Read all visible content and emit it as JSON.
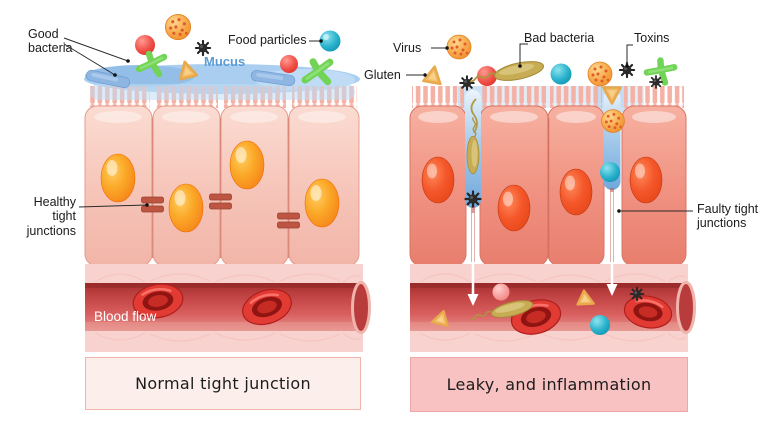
{
  "left": {
    "caption": "Normal tight junction",
    "labels": {
      "good_bacteria": "Good bacteria",
      "food_particles": "Food particles",
      "mucus": "Mucus",
      "junction": "Healthy tight junctions",
      "blood_flow": "Blood flow"
    }
  },
  "right": {
    "caption": "Leaky, and inflammation",
    "labels": {
      "virus": "Virus",
      "gluten": "Gluten",
      "bad_bacteria": "Bad bacteria",
      "toxins": "Toxins",
      "junction": "Faulty tight junctions"
    }
  },
  "icons": {
    "good_bacteria_green": "green-branched-bacterium-icon",
    "good_bacteria_rod": "blue-rod-bacterium-icon",
    "bad_bacteria": "flagellated-bacterium-icon",
    "virus": "spotted-virus-icon",
    "food_particle": "teal-sphere-icon",
    "toxin": "black-spiky-toxin-icon",
    "gluten": "yellow-triangle-icon",
    "red_blood_cell": "red-blood-cell-icon",
    "leak_arrow": "white-down-arrow-icon"
  },
  "colors": {
    "mucus_blue": "#A9CEF0",
    "cell_pink_normal": "#F6C4B8",
    "cell_pink_inflamed": "#F09181",
    "nucleus_orange": "#FBA928",
    "nucleus_red_orange": "#F4572A",
    "tight_junction": "#BE5543",
    "vessel_wall_pink": "#F8D2CF",
    "blood_red": "#C94A4A",
    "good_bacteria_green": "#72D457",
    "good_bacteria_blue": "#8FB6E2",
    "bad_bacteria_olive": "#C8AC54",
    "virus_orange": "#F08A2E",
    "food_particle_teal": "#12A5C6",
    "toxin_black": "#262626",
    "gluten_yellow": "#F3BE6B"
  }
}
